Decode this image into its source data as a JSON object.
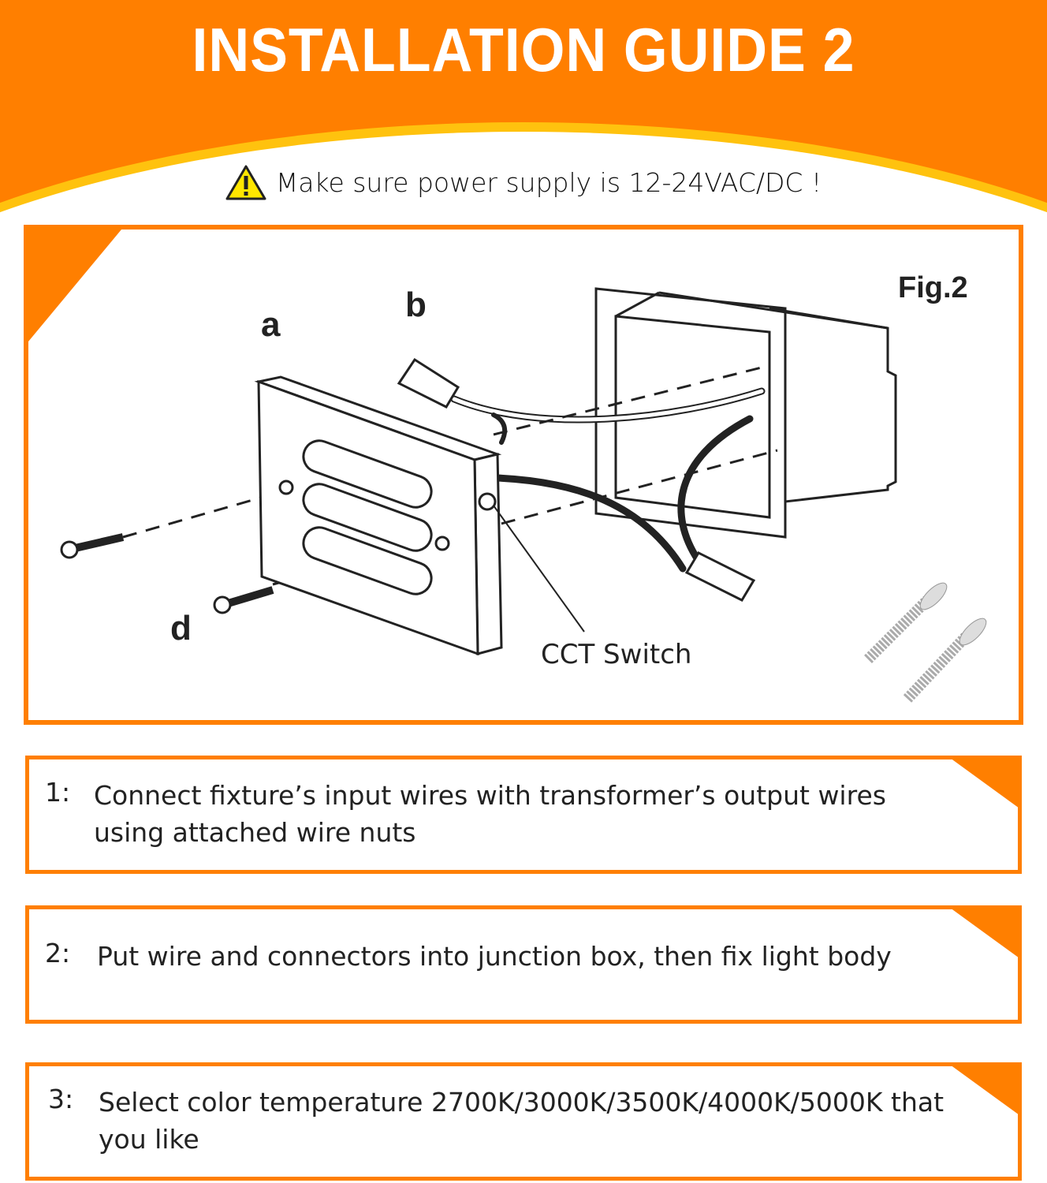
{
  "header": {
    "title": "INSTALLATION GUIDE 2",
    "warning": "Make sure power supply is 12-24VAC/DC !"
  },
  "figure": {
    "fig_label": "Fig.2",
    "labels": {
      "a": "a",
      "b": "b",
      "d": "d"
    },
    "cct_switch": "CCT Switch"
  },
  "steps": [
    {
      "num": "1:",
      "text": "Connect fixture’s input wires with transformer’s output wires using attached wire nuts"
    },
    {
      "num": "2:",
      "text": "Put wire and connectors into junction box, then fix light body"
    },
    {
      "num": "3:",
      "text": "Select color temperature 2700K/3000K/3500K/4000K/5000K that you like"
    }
  ],
  "colors": {
    "orange": "#FF7F00",
    "yellow": "#FFC20E"
  }
}
